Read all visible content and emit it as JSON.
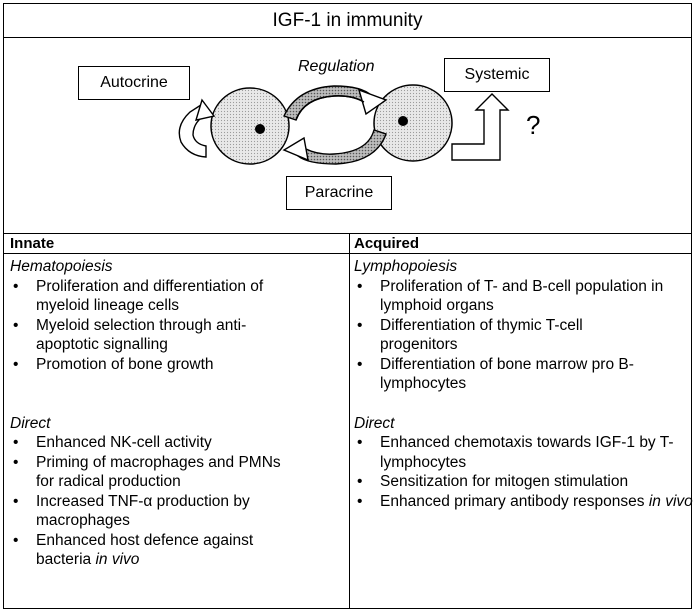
{
  "title": "IGF-1 in immunity",
  "diagram": {
    "autocrine": "Autocrine",
    "regulation": "Regulation",
    "systemic": "Systemic",
    "paracrine": "Paracrine",
    "question": "?"
  },
  "innate": {
    "header": "Innate",
    "section1": {
      "title": "Hematopoiesis",
      "items": [
        "Proliferation and differentiation of myeloid lineage cells",
        "Myeloid selection through anti-apoptotic signalling",
        "Promotion of bone growth"
      ]
    },
    "section2": {
      "title": "Direct",
      "items": [
        "Enhanced NK-cell activity",
        "Priming of macrophages and PMNs for radical production",
        "Increased TNF-α production by macrophages",
        "Enhanced host defence against bacteria",
        "in vivo"
      ]
    }
  },
  "acquired": {
    "header": "Acquired",
    "section1": {
      "title": "Lymphopoiesis",
      "items": [
        "Proliferation of T- and B-cell population in lymphoid organs",
        "Differentiation of thymic T-cell progenitors",
        "Differentiation of bone marrow pro B-lymphocytes"
      ]
    },
    "section2": {
      "title": "Direct",
      "items": [
        "Enhanced chemotaxis towards IGF-1 by T-lymphocytes",
        "Sensitization for mitogen stimulation",
        "Enhanced primary antibody responses",
        "in vivo"
      ]
    }
  }
}
